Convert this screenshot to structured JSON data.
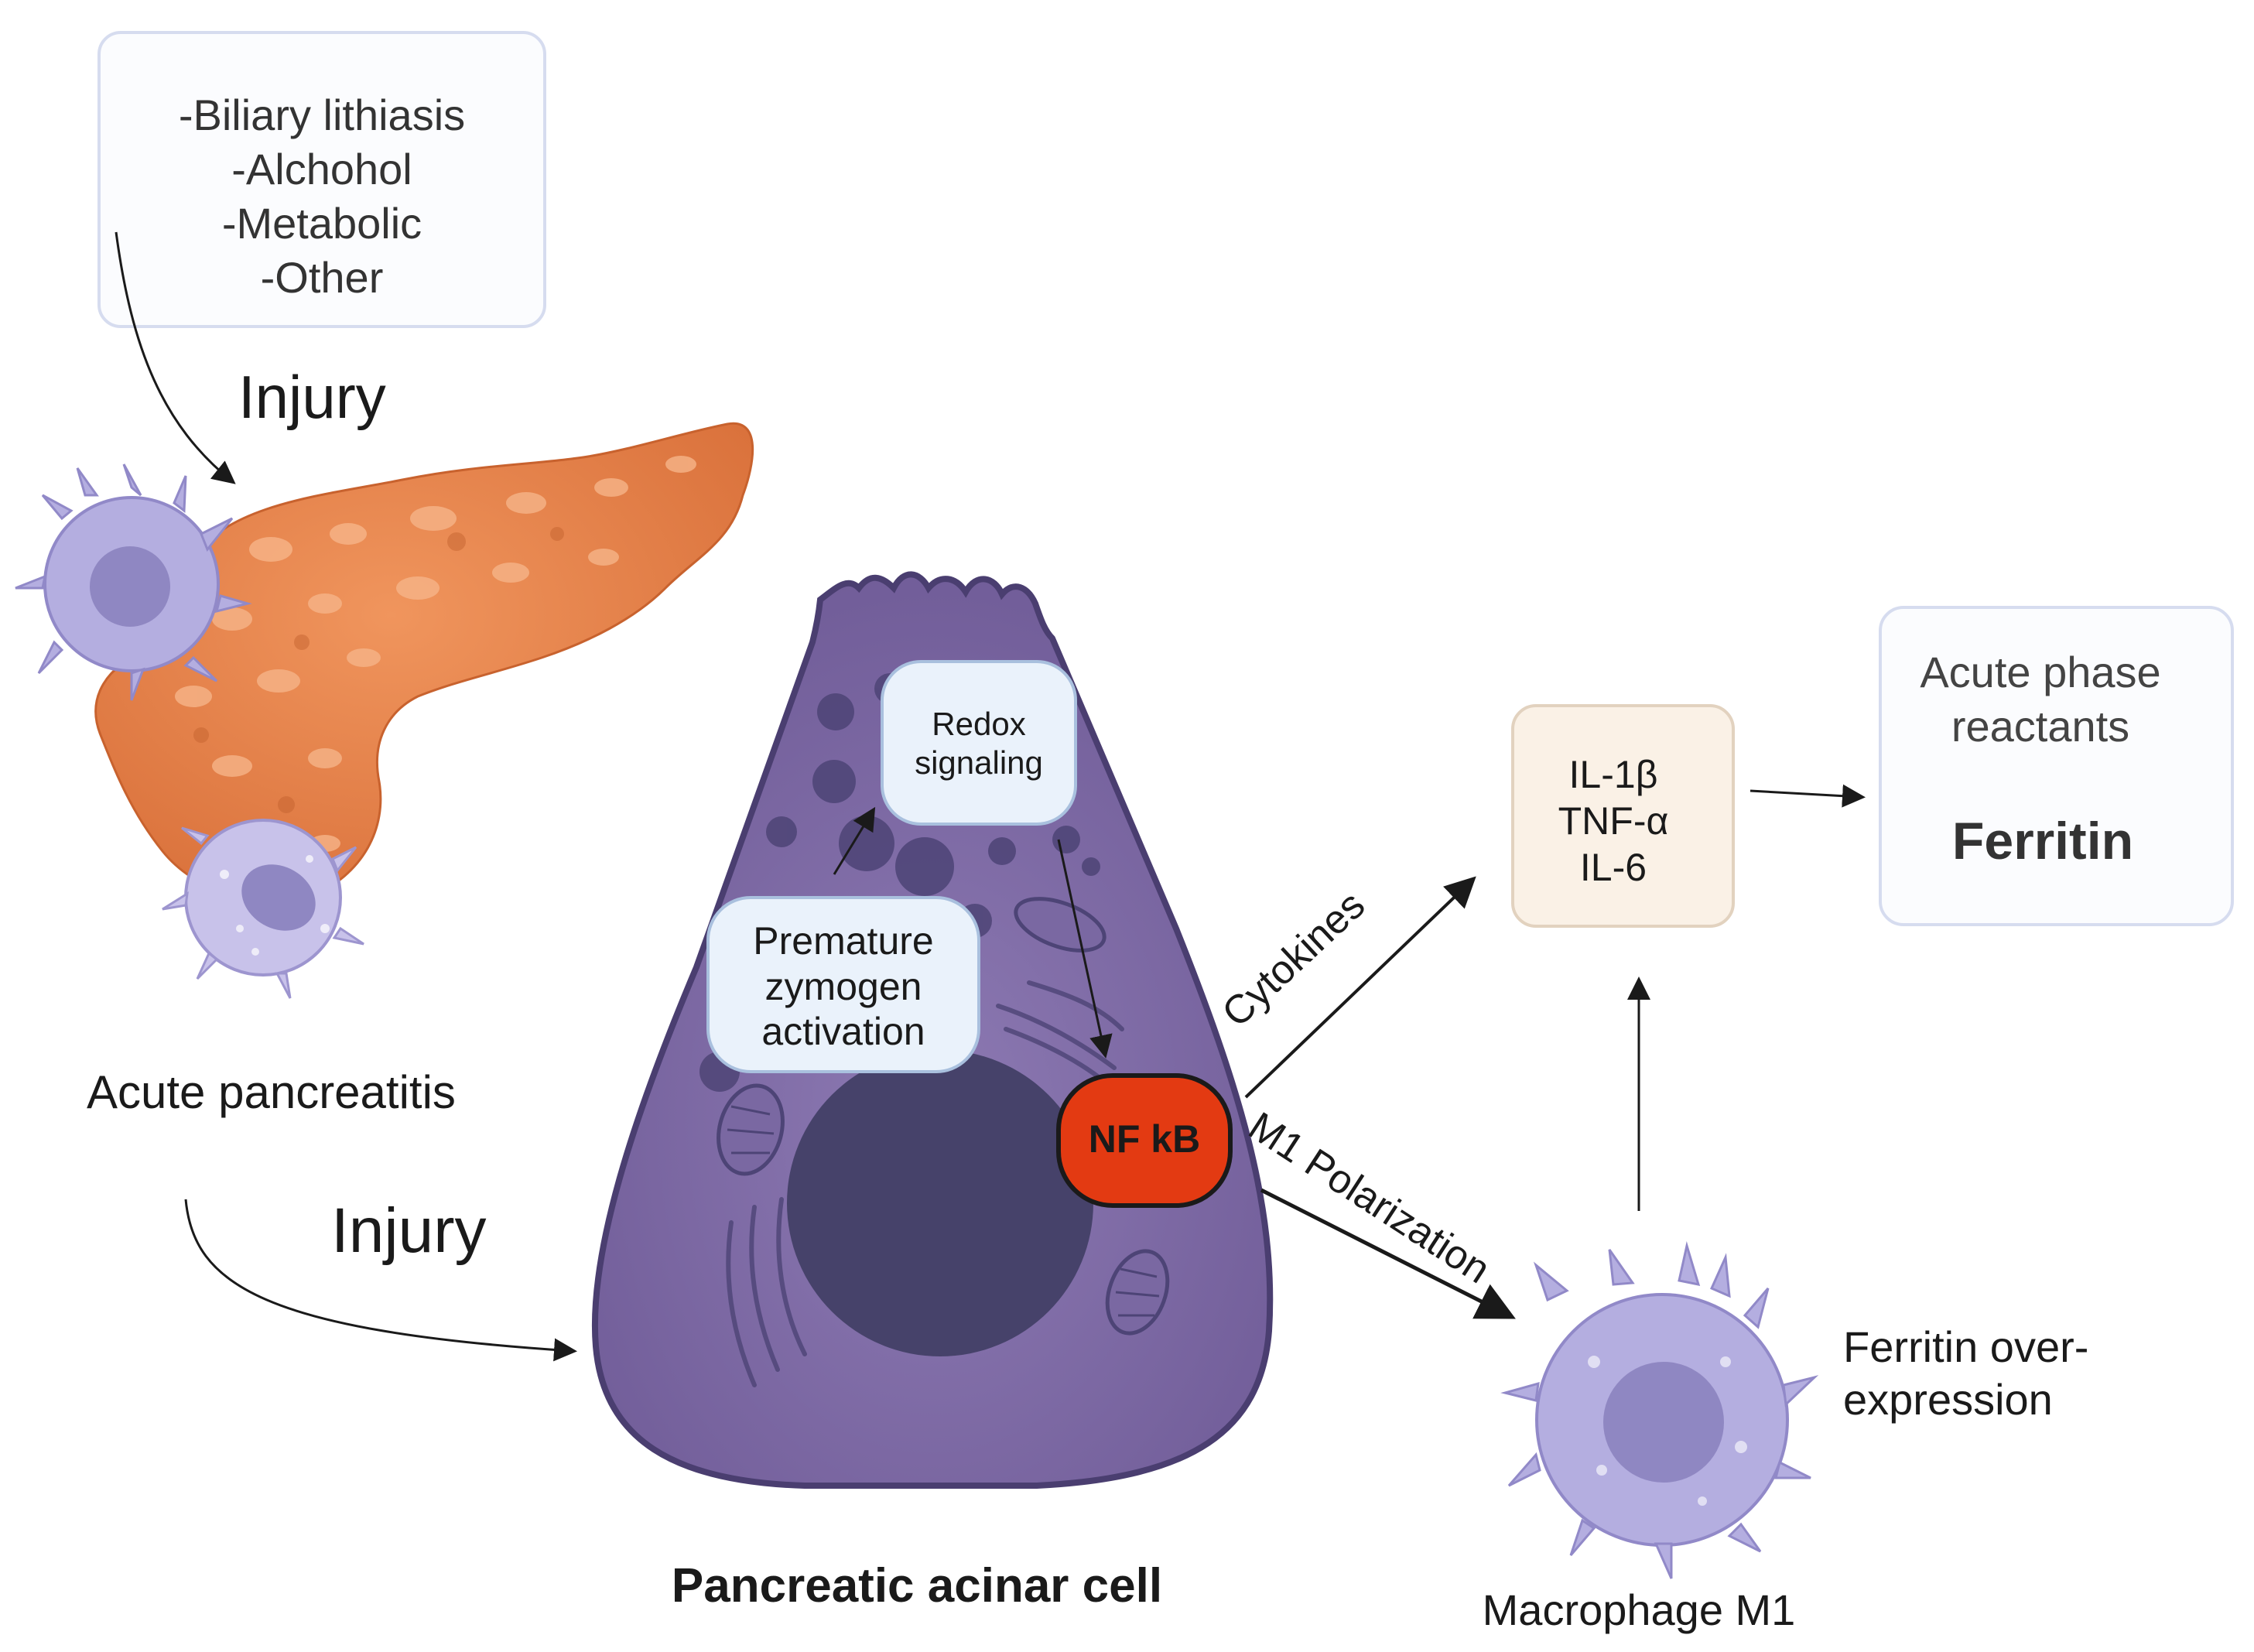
{
  "causes_box": {
    "lines": [
      "-Biliary lithiasis",
      "-Alchohol",
      "-Metabolic",
      "-Other"
    ]
  },
  "injury_top_label": "Injury",
  "injury_bottom_label": "Injury",
  "acute_pancreatitis_label": "Acute pancreatitis",
  "acinar_cell": {
    "label": "Pancreatic acinar cell",
    "redox_box": [
      "Redox",
      "signaling"
    ],
    "zymogen_box": [
      "Premature",
      "zymogen",
      "activation"
    ],
    "nfkb_label": "NF kB"
  },
  "cytokines_arrow_label": "Cytokines",
  "polarization_arrow_label": "M1 Polarization",
  "cytokine_box": [
    "IL-1β",
    "TNF-α",
    "IL-6"
  ],
  "acute_phase_box": {
    "lines": [
      "Acute phase",
      "reactants"
    ],
    "highlight": "Ferritin"
  },
  "macrophage_label": "Macrophage M1",
  "ferritin_expression_label": [
    "Ferritin over-",
    "expression"
  ],
  "colors": {
    "pancreas": "#e8814a",
    "cell_body": "#8571a8",
    "nucleus": "#46426a",
    "nfkb": "#e33a12",
    "immune_cell": "#b4aee0",
    "box_border": "#d6dcef",
    "cytokine_box_fill": "#faf1e6"
  }
}
